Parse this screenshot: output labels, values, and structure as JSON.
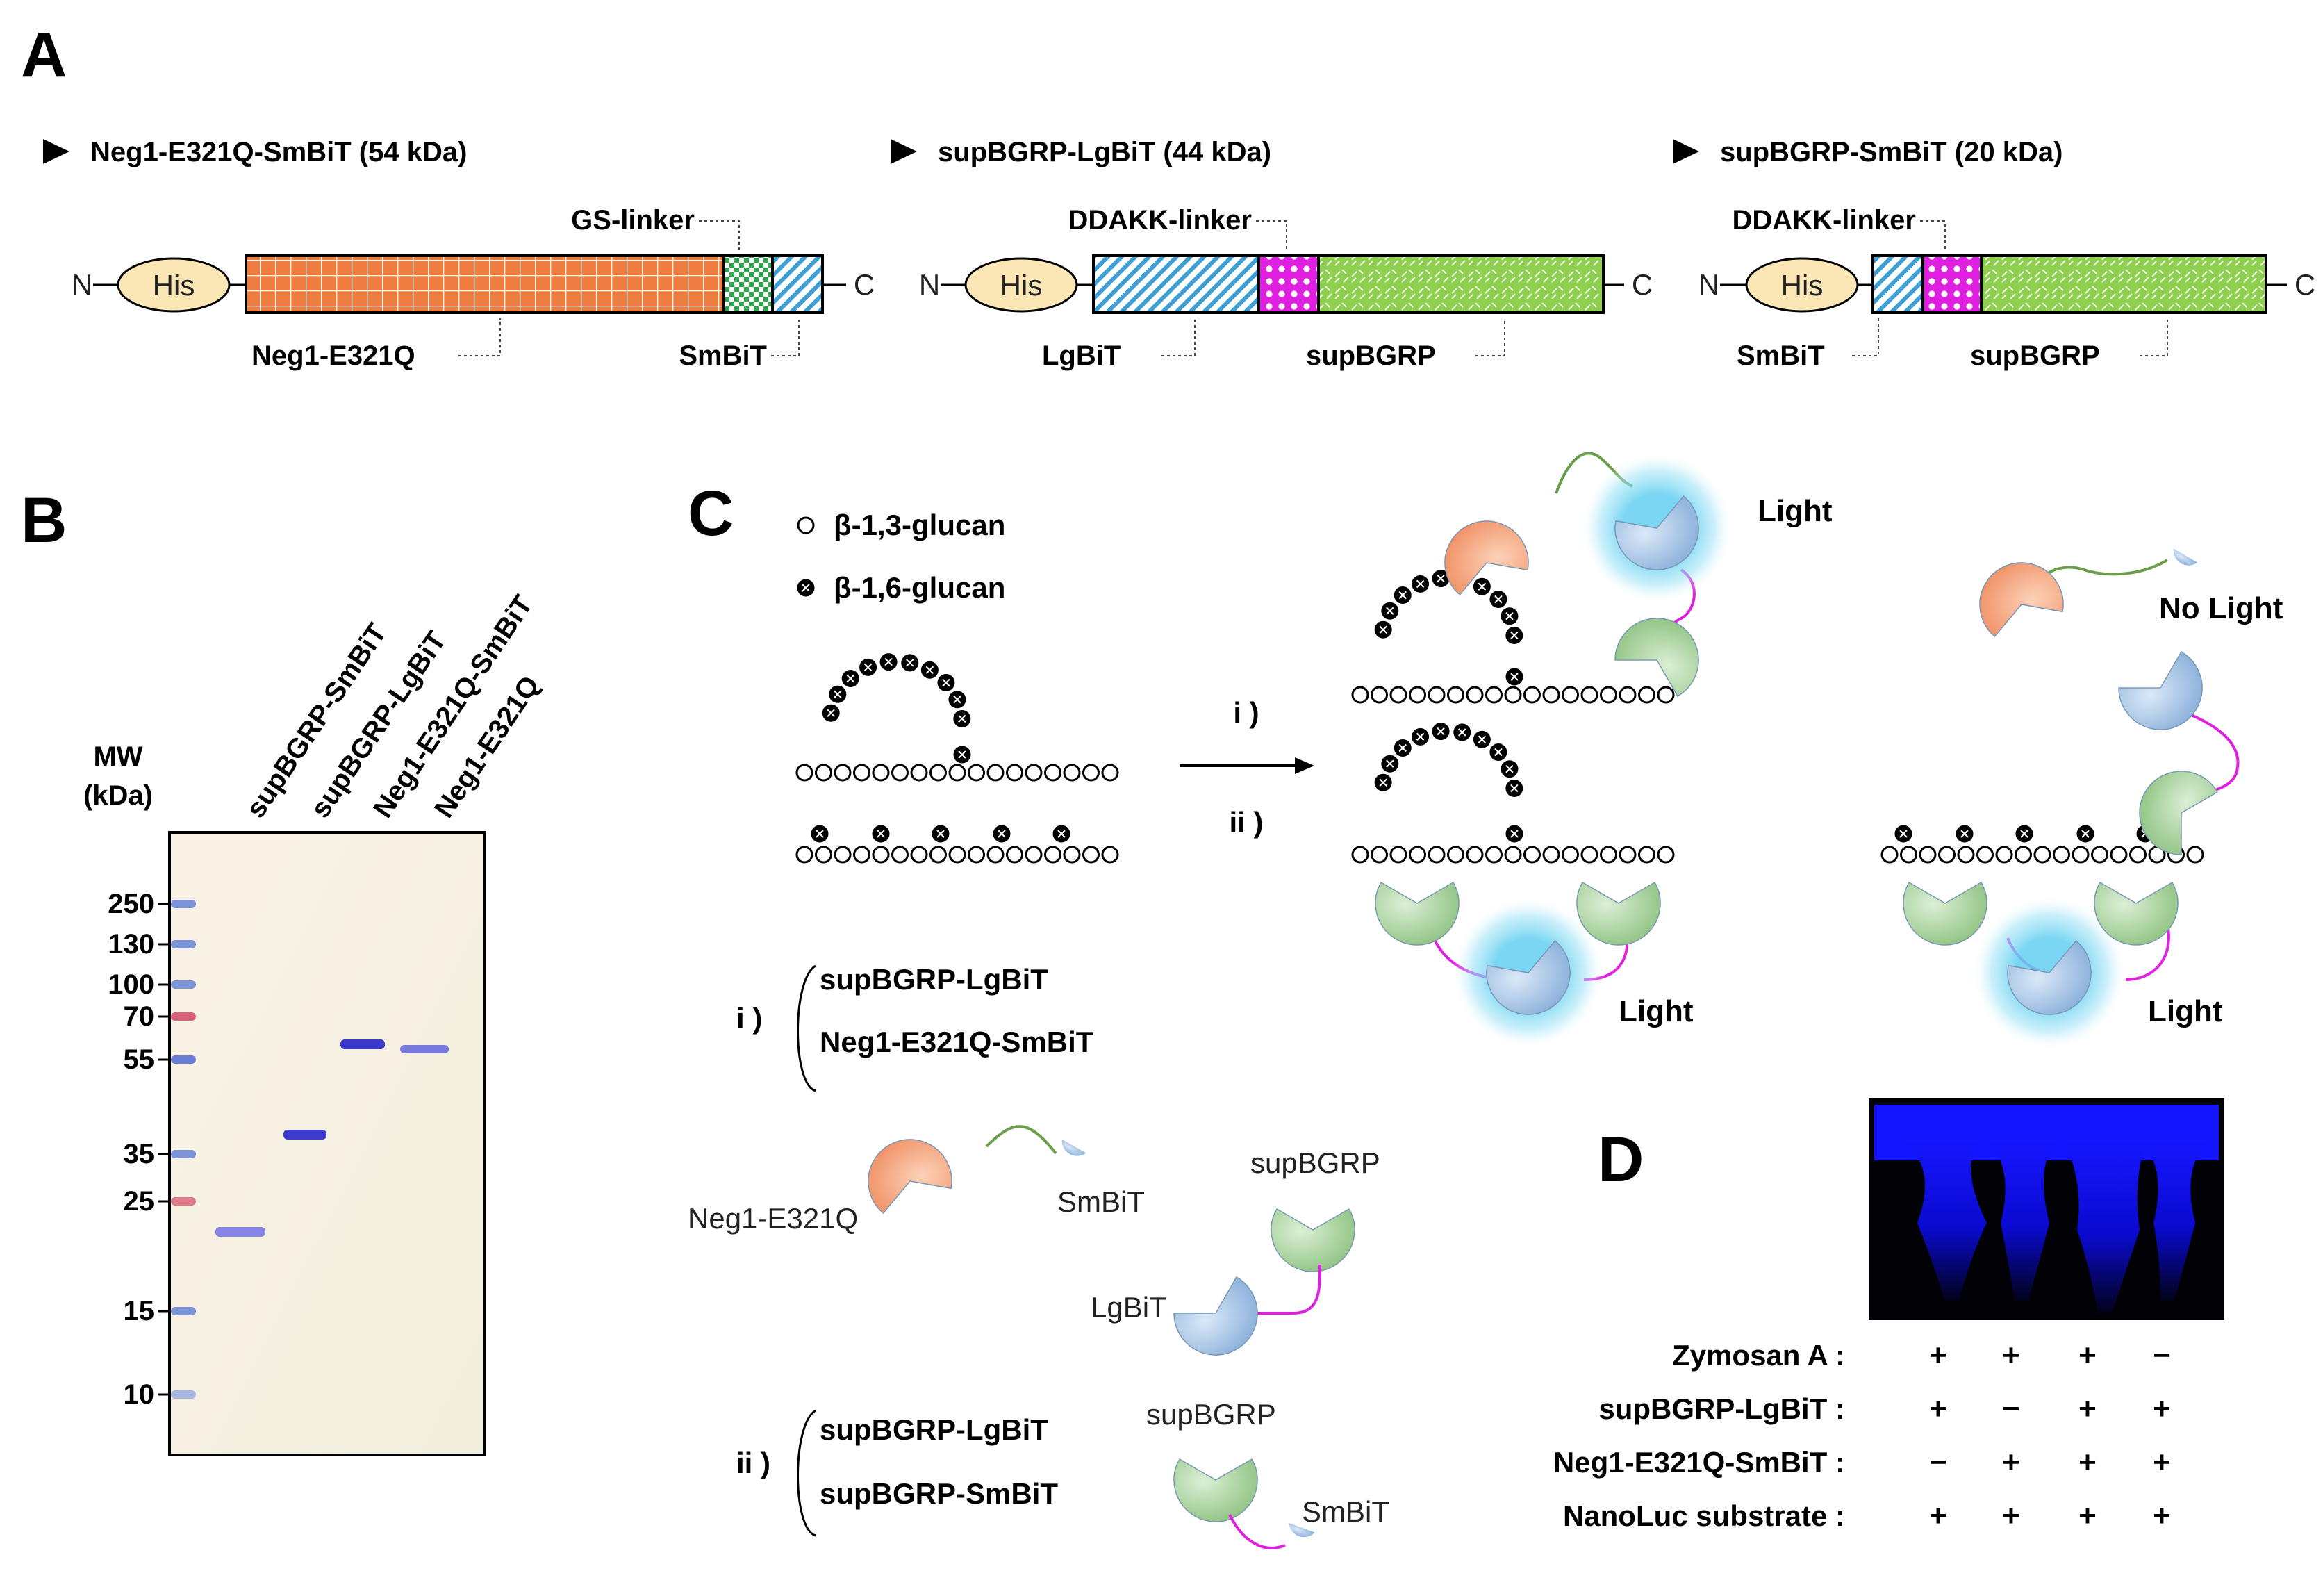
{
  "panels": {
    "a": "A",
    "b": "B",
    "c": "C",
    "d": "D"
  },
  "constructs": [
    {
      "title": "Neg1-E321Q-SmBiT (54 kDa)",
      "n": "N",
      "c": "C",
      "his": "His",
      "linker": "GS-linker",
      "label1": "Neg1-E321Q",
      "label2": "SmBiT"
    },
    {
      "title": "supBGRP-LgBiT (44 kDa)",
      "n": "N",
      "c": "C",
      "his": "His",
      "linker": "DDAKK-linker",
      "label1": "LgBiT",
      "label2": "supBGRP"
    },
    {
      "title": "supBGRP-SmBiT (20 kDa)",
      "n": "N",
      "c": "C",
      "his": "His",
      "linker": "DDAKK-linker",
      "label1": "SmBiT",
      "label2": "supBGRP"
    }
  ],
  "gel": {
    "mw_label": [
      "MW",
      "(kDa)"
    ],
    "lanes": [
      "supBGRP-SmBiT",
      "supBGRP-LgBiT",
      "Neg1-E321Q-SmBiT",
      "Neg1-E321Q"
    ],
    "markers": [
      "250",
      "130",
      "100",
      "70",
      "55",
      "35",
      "25",
      "15",
      "10"
    ]
  },
  "scheme": {
    "legend": [
      "β-1,3-glucan",
      "β-1,6-glucan"
    ],
    "routes": [
      "i )",
      "ii )"
    ],
    "light": "Light",
    "no_light": "No Light",
    "set_i": {
      "tag": "i )",
      "items": [
        "supBGRP-LgBiT",
        "Neg1-E321Q-SmBiT"
      ]
    },
    "set_ii": {
      "tag": "ii )",
      "items": [
        "supBGRP-LgBiT",
        "supBGRP-SmBiT"
      ]
    },
    "icons": {
      "neg1": "Neg1-E321Q",
      "smbit": "SmBiT",
      "supbgrp": "supBGRP",
      "lgbit": "LgBiT"
    }
  },
  "assay": {
    "rows": [
      {
        "label": "Zymosan A :",
        "signs": [
          "+",
          "+",
          "+",
          "−"
        ]
      },
      {
        "label": "supBGRP-LgBiT :",
        "signs": [
          "+",
          "−",
          "+",
          "+"
        ]
      },
      {
        "label": "Neg1-E321Q-SmBiT :",
        "signs": [
          "−",
          "+",
          "+",
          "+"
        ]
      },
      {
        "label": "NanoLuc substrate :",
        "signs": [
          "+",
          "+",
          "+",
          "+"
        ]
      }
    ]
  },
  "colors": {
    "neg1": "#ee7d3f",
    "smbit": "#3d9fd6",
    "gs": "#2fa64b",
    "ddakk": "#e020e0",
    "supbgrp": "#8fcf4f",
    "his": "#fbe6b6",
    "glow": "#9ee3f7",
    "lgbit": "#9ec3ea",
    "supbgrp_icon": "#9ccc8c"
  }
}
